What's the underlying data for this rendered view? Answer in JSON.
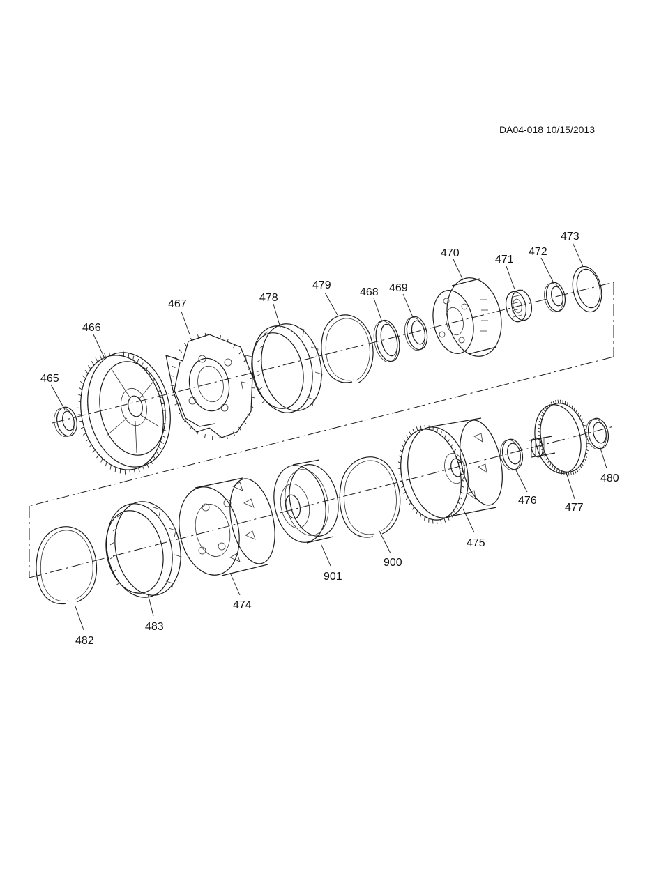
{
  "document": {
    "id_stamp": "DA04-018 10/15/2013"
  },
  "callouts": [
    {
      "key": "465",
      "label": "465"
    },
    {
      "key": "466",
      "label": "466"
    },
    {
      "key": "467",
      "label": "467"
    },
    {
      "key": "478",
      "label": "478"
    },
    {
      "key": "479",
      "label": "479"
    },
    {
      "key": "468",
      "label": "468"
    },
    {
      "key": "469",
      "label": "469"
    },
    {
      "key": "470",
      "label": "470"
    },
    {
      "key": "471",
      "label": "471"
    },
    {
      "key": "472",
      "label": "472"
    },
    {
      "key": "473",
      "label": "473"
    },
    {
      "key": "480",
      "label": "480"
    },
    {
      "key": "477",
      "label": "477"
    },
    {
      "key": "476",
      "label": "476"
    },
    {
      "key": "475",
      "label": "475"
    },
    {
      "key": "900",
      "label": "900"
    },
    {
      "key": "901",
      "label": "901"
    },
    {
      "key": "474",
      "label": "474"
    },
    {
      "key": "483",
      "label": "483"
    },
    {
      "key": "482",
      "label": "482"
    }
  ]
}
